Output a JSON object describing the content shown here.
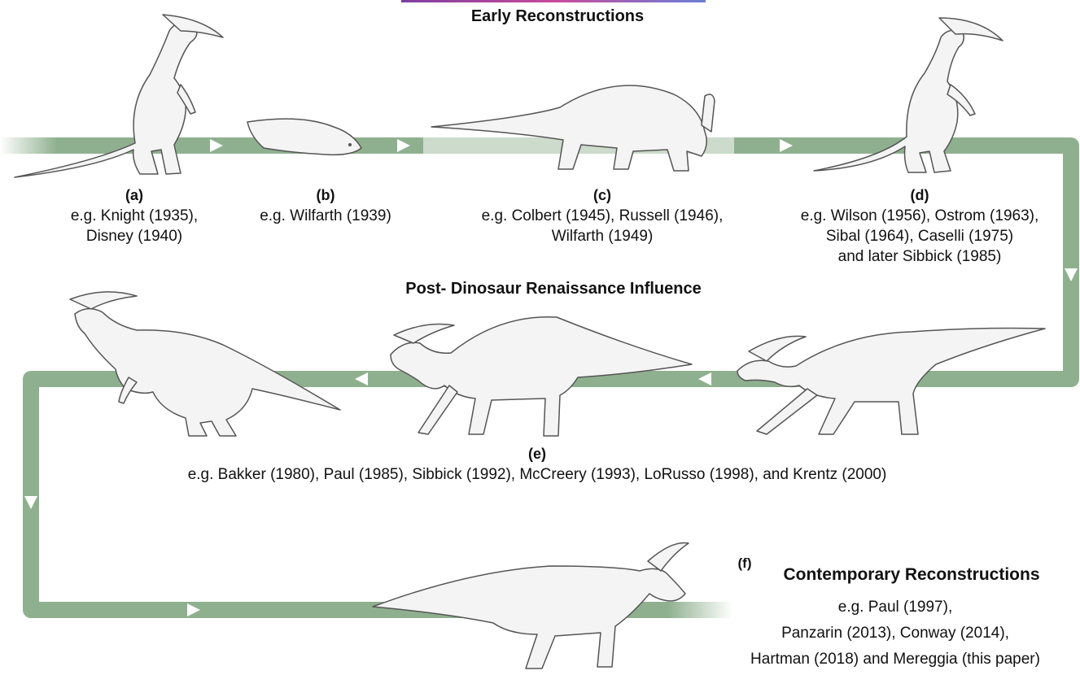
{
  "colors": {
    "track": "#8fb08f",
    "arrow": "#ffffff",
    "drawing": "#555555"
  },
  "sections": {
    "early": "Early Reconstructions",
    "post": "Post- Dinosaur Renaissance Influence",
    "contemporary": "Contemporary Reconstructions"
  },
  "entries": [
    {
      "label": "(a)",
      "lines": [
        "e.g. Knight (1935),",
        "Disney (1940)"
      ]
    },
    {
      "label": "(b)",
      "lines": [
        "e.g. Wilfarth (1939)"
      ]
    },
    {
      "label": "(c)",
      "lines": [
        "e.g. Colbert (1945), Russell (1946),",
        "Wilfarth (1949)"
      ]
    },
    {
      "label": "(d)",
      "lines": [
        "e.g. Wilson (1956), Ostrom (1963),",
        "Sibal (1964), Caselli (1975)",
        "and later Sibbick (1985)"
      ]
    },
    {
      "label": "(e)",
      "lines": [
        "e.g. Bakker (1980), Paul (1985), Sibbick (1992), McCreery (1993), LoRusso (1998), and Krentz (2000)"
      ]
    },
    {
      "label": "(f)",
      "lines": [
        "e.g. Paul (1997),",
        "Panzarin (2013), Conway (2014),",
        "Hartman (2018) and Mereggia (this paper)"
      ]
    }
  ],
  "icons": {
    "dinosaur": "parasaurolophus-drawing-icon",
    "arrow": "direction-arrow-icon"
  }
}
